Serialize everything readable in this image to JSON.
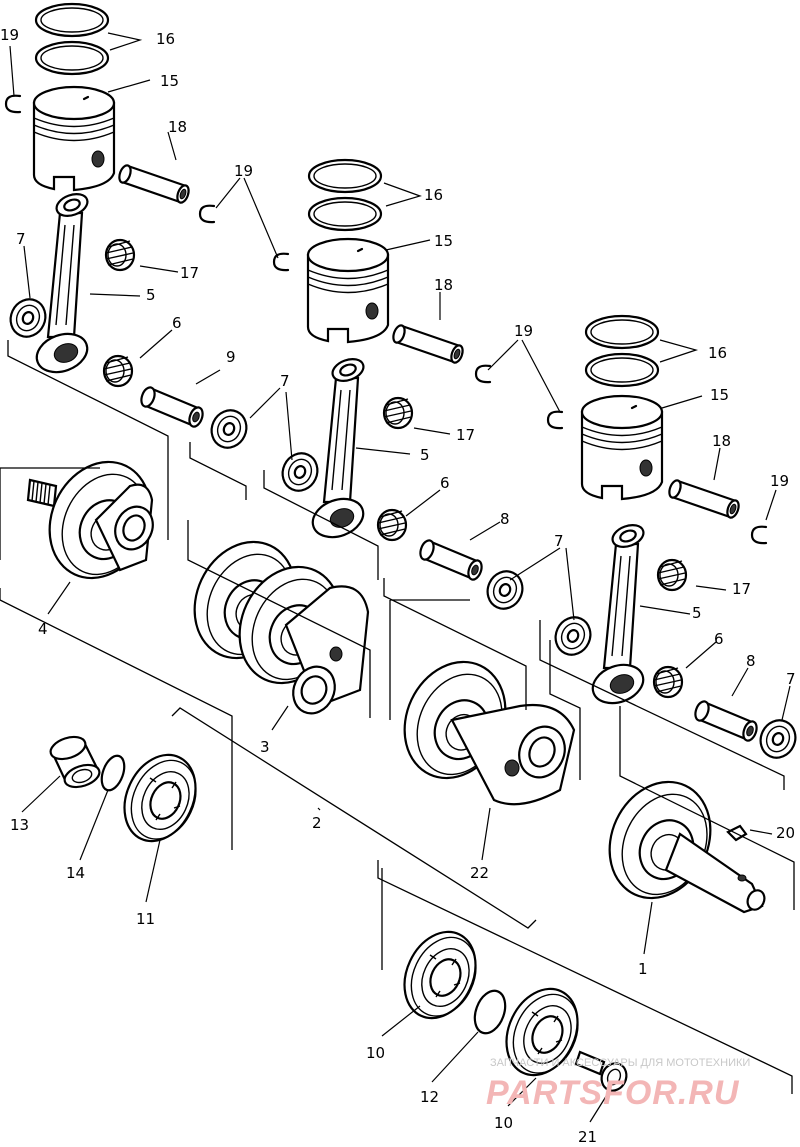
{
  "callouts": {
    "c16a": "16",
    "c19a": "19",
    "c15a": "15",
    "c18a": "18",
    "c19b": "19",
    "c16b": "16",
    "c15b": "15",
    "c7a": "7",
    "c17a": "17",
    "c5a": "5",
    "c18b": "18",
    "c6a": "6",
    "c9": "9",
    "c19c": "19",
    "c16c": "16",
    "c15c": "15",
    "c7b": "7",
    "c17b": "17",
    "c5b": "5",
    "c18c": "18",
    "c19d": "19",
    "c6b": "6",
    "c8a": "8",
    "c7c": "7",
    "c17c": "17",
    "c5c": "5",
    "c4": "4",
    "c6c": "6",
    "c8b": "8",
    "c7d": "7",
    "c3": "3",
    "c2": "2",
    "c13": "13",
    "c14": "14",
    "c11": "11",
    "c22": "22",
    "c20": "20",
    "c1": "1",
    "c10a": "10",
    "c12": "12",
    "c10b": "10",
    "c21": "21"
  },
  "watermark": {
    "line1": "ЗАПЧАСТИ И АКСЕССУАРЫ ДЛЯ МОТОТЕХНИКИ",
    "line2": "PARTSFOR.RU"
  }
}
